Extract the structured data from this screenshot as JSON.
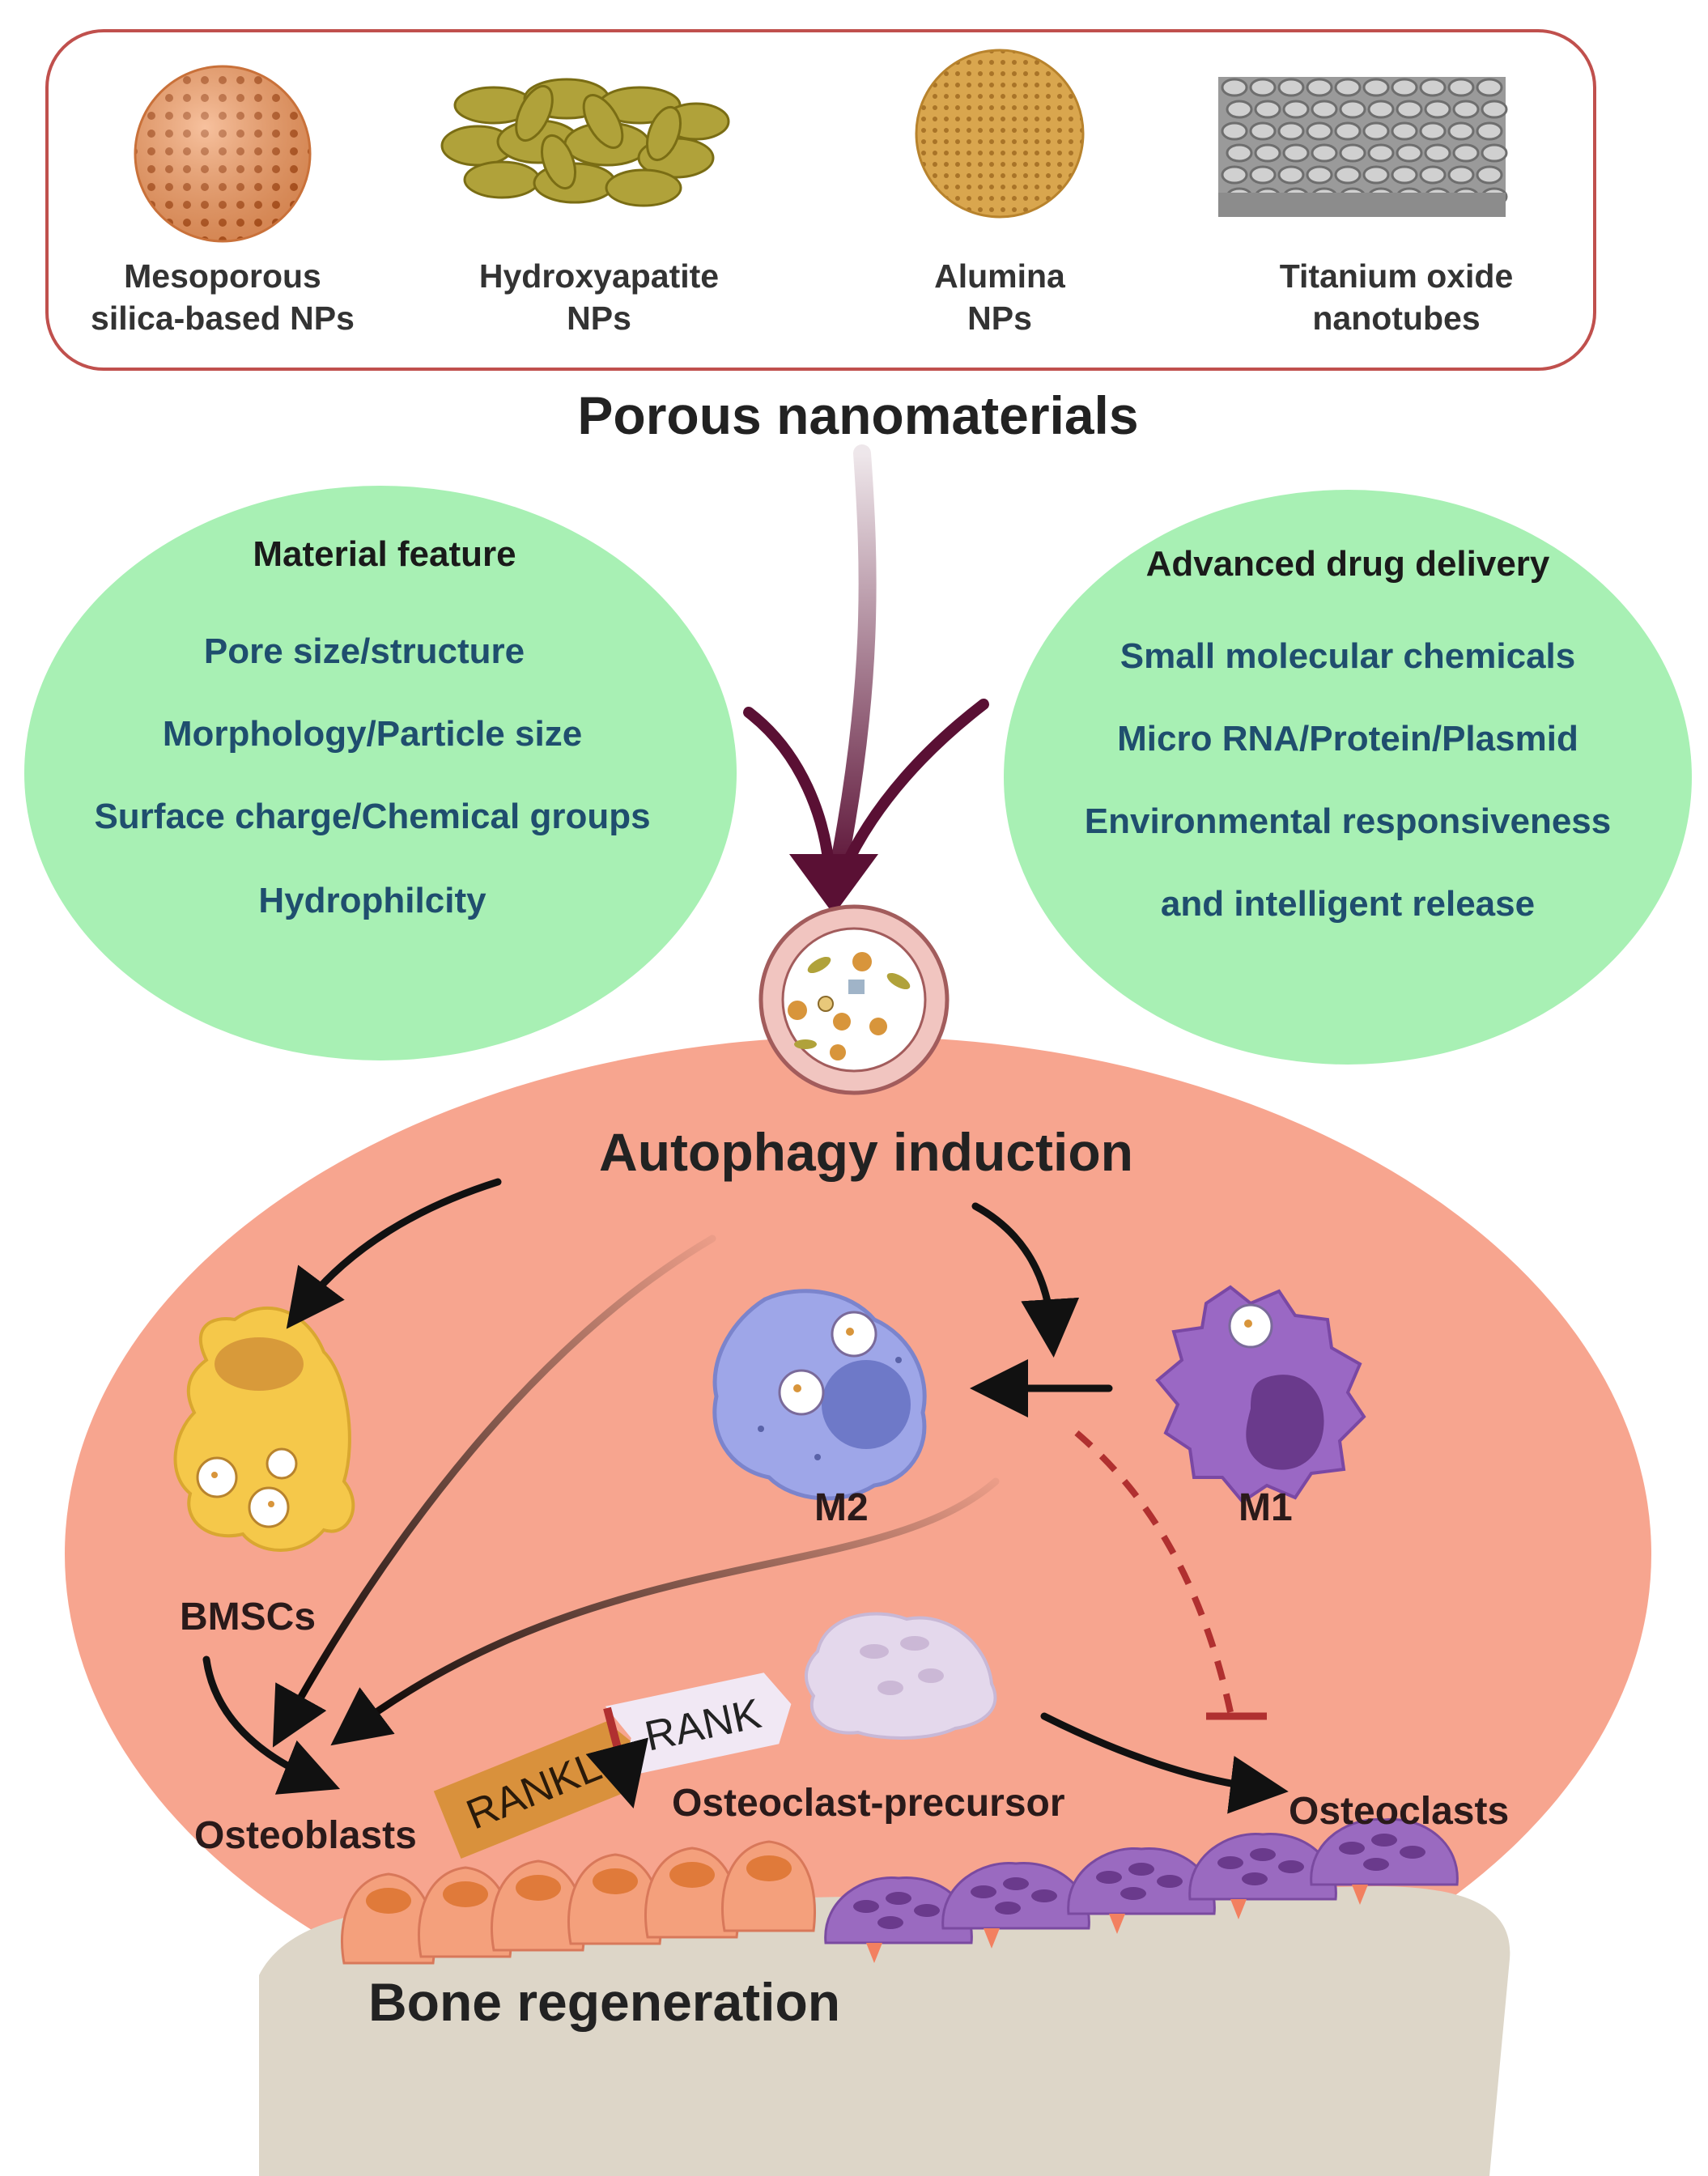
{
  "nanomaterials": [
    {
      "line1": "Mesoporous",
      "line2": "silica-based NPs"
    },
    {
      "line1": "Hydroxyapatite",
      "line2": "NPs"
    },
    {
      "line1": "Alumina",
      "line2": "NPs"
    },
    {
      "line1": "Titanium oxide",
      "line2": "nanotubes"
    }
  ],
  "porous_title": "Porous nanomaterials",
  "material_feature": {
    "title": "Material feature",
    "items": [
      "Pore size/structure",
      "Morphology/Particle size",
      "Surface charge/Chemical groups",
      "Hydrophilcity"
    ]
  },
  "drug_delivery": {
    "title": "Advanced drug delivery",
    "items": [
      "Small molecular chemicals",
      "Micro RNA/Protein/Plasmid",
      "Environmental responsiveness",
      "and  intelligent release"
    ]
  },
  "autophagy_title": "Autophagy induction",
  "cells": {
    "bmscs": "BMSCs",
    "m2": "M2",
    "m1": "M1",
    "osteoblasts": "Osteoblasts",
    "precursor": "Osteoclast-precursor",
    "osteoclasts": "Osteoclasts"
  },
  "receptors": {
    "rankl": "RANKL",
    "rank": "RANK"
  },
  "bone_title": "Bone regeneration",
  "colors": {
    "frame_border": "#c0504d",
    "green_panel": "#a8f0b4",
    "cell_region": "#f7a58f",
    "bone": "#ddd6c8",
    "arrow_main": "#5a1034",
    "inhibit": "#b03030",
    "panel_text": "#1f4e6e"
  }
}
